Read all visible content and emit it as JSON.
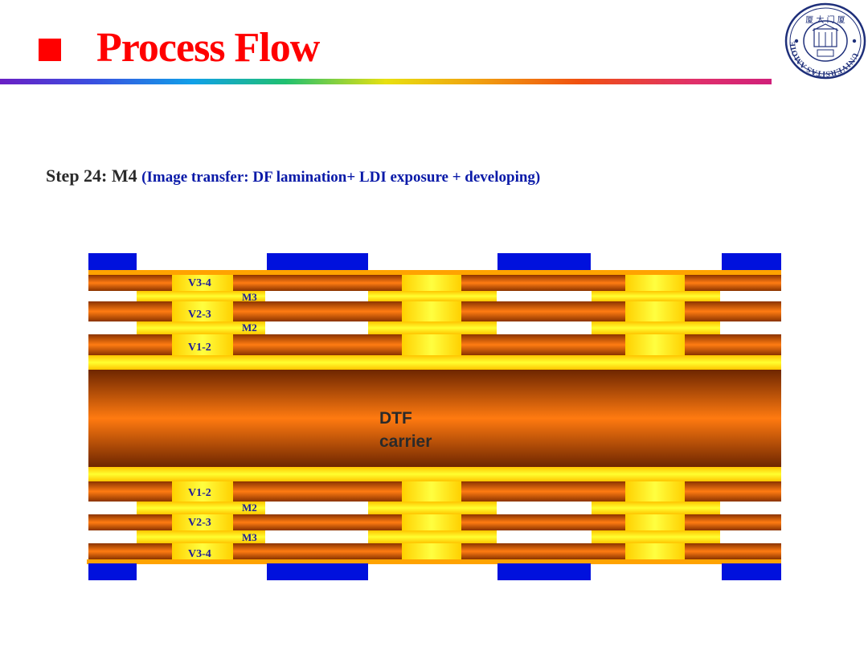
{
  "header": {
    "title": "Process Flow"
  },
  "logo": {
    "ring_text": "UNIVERSITAS AMOIENSIS",
    "top_text": "厦 大 门 厦"
  },
  "step": {
    "main": "Step 24: M4",
    "note": "(Image transfer: DF lamination+ LDI exposure + developing)"
  },
  "diagram": {
    "core_line1": "DTF",
    "core_line2": "carrier",
    "top_labels": {
      "v34": "V3-4",
      "m3": "M3",
      "v23": "V2-3",
      "m2": "M2",
      "v12": "V1-2"
    },
    "bottom_labels": {
      "v12": "V1-2",
      "m2": "M2",
      "v23": "V2-3",
      "m3": "M3",
      "v34": "V3-4"
    },
    "colors": {
      "dielectric": "#e06b0a",
      "copper": "#ffe000",
      "resist": "#0011dd"
    }
  }
}
